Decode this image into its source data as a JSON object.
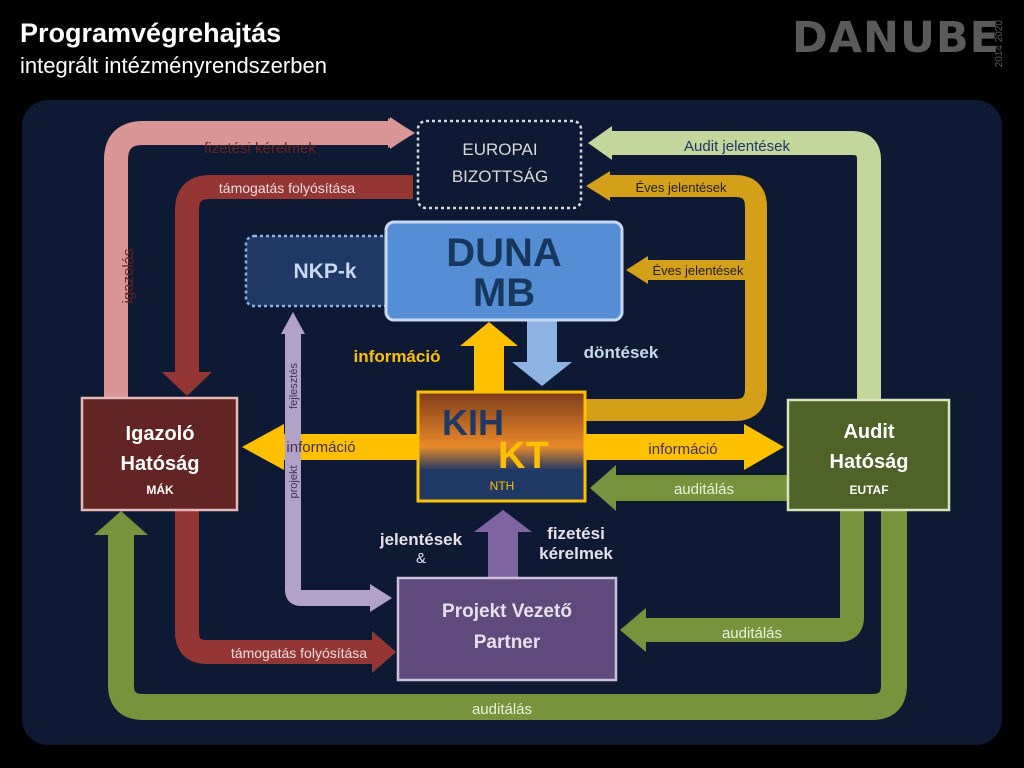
{
  "header": {
    "title": "Programvégrehajtás",
    "subtitle": "integrált intézményrendszerben",
    "logo": "DANUBE",
    "years": "2014 2020"
  },
  "nodes": {
    "eu": {
      "line1": "EUROPAI",
      "line2": "BIZOTTSÁG"
    },
    "nkp": {
      "label": "NKP-k"
    },
    "duna": {
      "line1": "DUNA",
      "line2": "MB"
    },
    "kihkt": {
      "kih": "KIH",
      "kt": "KT",
      "nth": "NTH"
    },
    "igazolo": {
      "line1": "Igazoló",
      "line2": "Hatóság",
      "abbr": "MÁK"
    },
    "audit": {
      "line1": "Audit",
      "line2": "Hatóság",
      "abbr": "EUTAF"
    },
    "pvp": {
      "line1": "Projekt Vezető",
      "line2": "Partner"
    }
  },
  "flows": {
    "fizetesi_kerelmek": "fizetési kérelmek",
    "tamogatas_top": "támogatás folyósítása",
    "audit_jelentesek": "Audit jelentések",
    "eves_1": "Éves jelentések",
    "eves_2": "Éves jelentések",
    "igazolas": "igazolás",
    "informacio_up": "információ",
    "dontesek": "döntések",
    "informacio_left": "információ",
    "informacio_right": "információ",
    "auditalas_kt": "auditálás",
    "fejlesztes": "fejlesztés",
    "projekt": "projekt",
    "jelentesek": "jelentések",
    "amp": "&",
    "fizetesi_k1": "fizetési",
    "fizetesi_k2": "kérelmek",
    "tamogatas_bottom": "támogatás folyósítása",
    "auditalas_pvp": "auditálás",
    "auditalas_bottom": "auditálás"
  },
  "colors": {
    "panel": "#0e1a33",
    "pink": "#d99694",
    "darkred": "#943634",
    "lightgreen": "#c3d69b",
    "gold": "#d4a017",
    "orange": "#ffc000",
    "lightblue": "#8db3e2",
    "purple": "#8064a2",
    "green": "#77933c",
    "igazolo": "#632523",
    "audit": "#4f6228",
    "pvp": "#604a7b",
    "duna": "#558ed5"
  }
}
